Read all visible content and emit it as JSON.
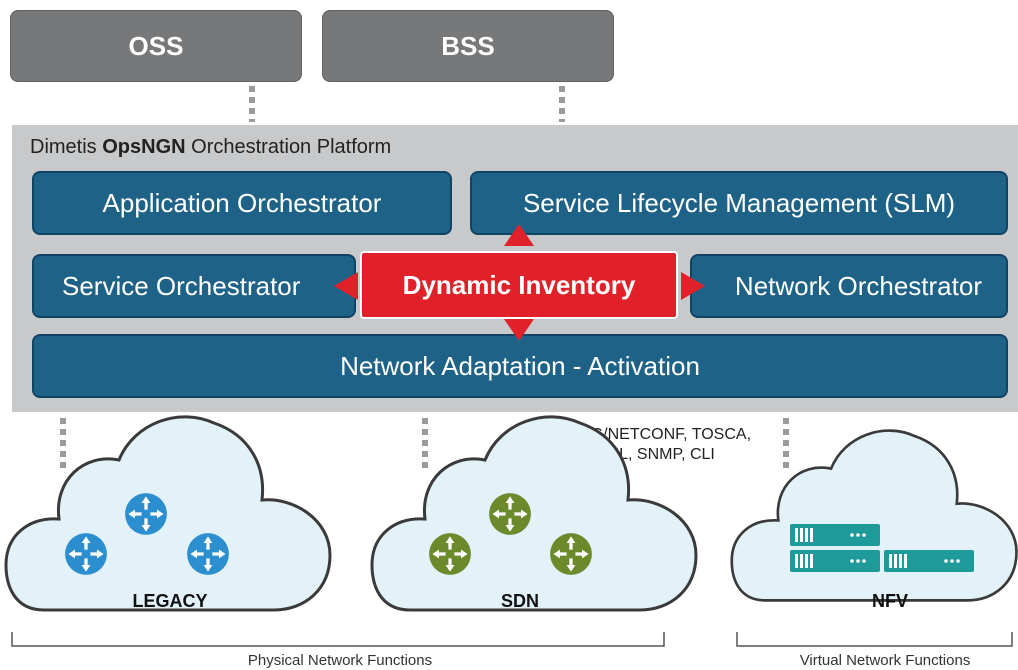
{
  "top_boxes": {
    "oss": "OSS",
    "bss": "BSS"
  },
  "platform": {
    "title_prefix": "Dimetis ",
    "title_brand": "OpsNGN",
    "title_suffix": " Orchestration Platform",
    "application_orchestrator": "Application Orchestrator",
    "slm": "Service Lifecycle Management (SLM)",
    "service_orchestrator": "Service Orchestrator",
    "dynamic_inventory": "Dynamic Inventory",
    "network_orchestrator": "Network Orchestrator",
    "network_adaptation": "Network Adaptation - Activation"
  },
  "protocols": {
    "line1": "YANG/NETCONF, TOSCA,",
    "line2": "XML, SNMP, CLI"
  },
  "clouds": {
    "legacy": "LEGACY",
    "sdn": "SDN",
    "nfv": "NFV"
  },
  "groups": {
    "physical": "Physical Network Functions",
    "virtual": "Virtual Network Functions"
  },
  "colors": {
    "legacy_router": "#2b8fcf",
    "sdn_router": "#6b8a2c",
    "nfv_server": "#1f9a9a",
    "module_blue": "#1f6287",
    "inventory_red": "#e1212a",
    "cloud_fill": "#e3f1f8"
  }
}
